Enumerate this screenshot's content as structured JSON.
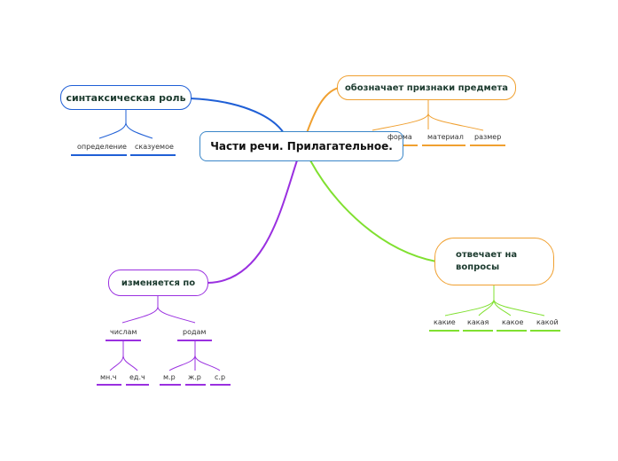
{
  "central_topic": "Части речи. Прилагательное.",
  "branches": {
    "syntax_role": {
      "label": "синтаксическая роль",
      "color": "#1f5fd6",
      "items": [
        "определение",
        "сказуемое"
      ]
    },
    "denotes": {
      "label": "обозначает признаки предмета",
      "color": "#f0a030",
      "items": [
        "форма",
        "материал",
        "размер"
      ]
    },
    "answers": {
      "label": "отвечает на вопросы",
      "color": "#f0a030",
      "items": [
        "какие",
        "какая",
        "какое",
        "какой"
      ]
    },
    "changes_by": {
      "label": "изменяется по",
      "color": "#9a30e0",
      "items": [
        {
          "label": "числам",
          "items": [
            "мн.ч",
            "ед.ч"
          ]
        },
        {
          "label": "родам",
          "items": [
            "м.р",
            "ж.р",
            "с.р"
          ]
        }
      ]
    }
  },
  "colors": {
    "center_border": "#3a86c8",
    "syntax_branch": "#1f5fd6",
    "denotes_branch": "#f0a030",
    "answers_branch": "#80e030",
    "answers_border": "#f0a030",
    "changes_branch": "#9a30e0"
  }
}
